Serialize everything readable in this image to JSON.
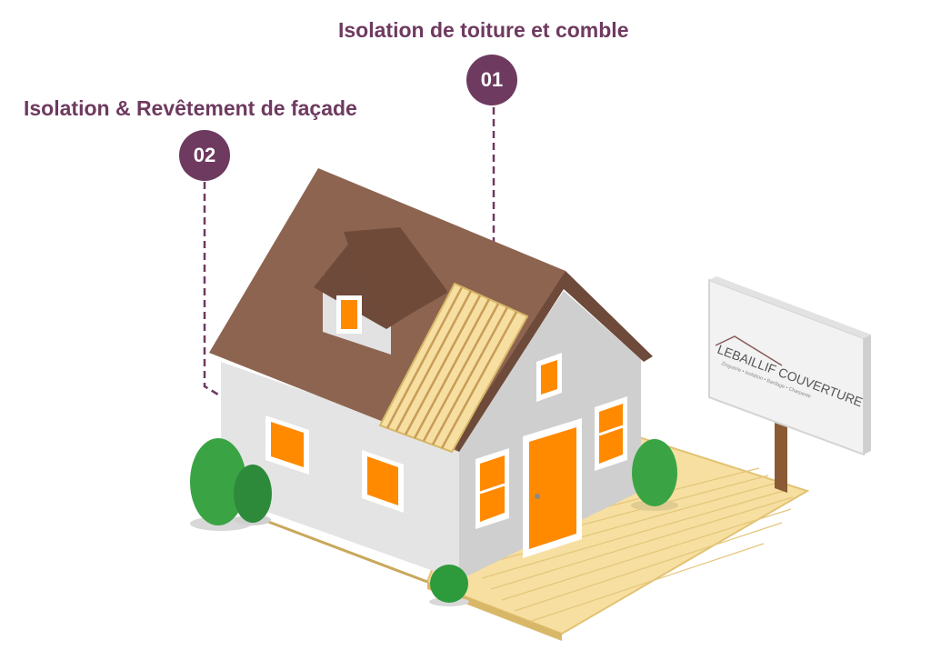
{
  "callouts": [
    {
      "number": "01",
      "label": "Isolation de toiture et comble"
    },
    {
      "number": "02",
      "label": "Isolation & Revêtement de façade"
    }
  ],
  "sign": {
    "brand": "LEBAILLIF COUVERTURE",
    "tagline": "Zinguerie • Isolation • Bardage • Charpente"
  },
  "colors": {
    "accent": "#6e3a5f",
    "roof": "#8d6450",
    "wall": "#dcdcdc",
    "window": "#ff8a00",
    "deck": "#f6dfa0",
    "tree": "#3aa444"
  }
}
